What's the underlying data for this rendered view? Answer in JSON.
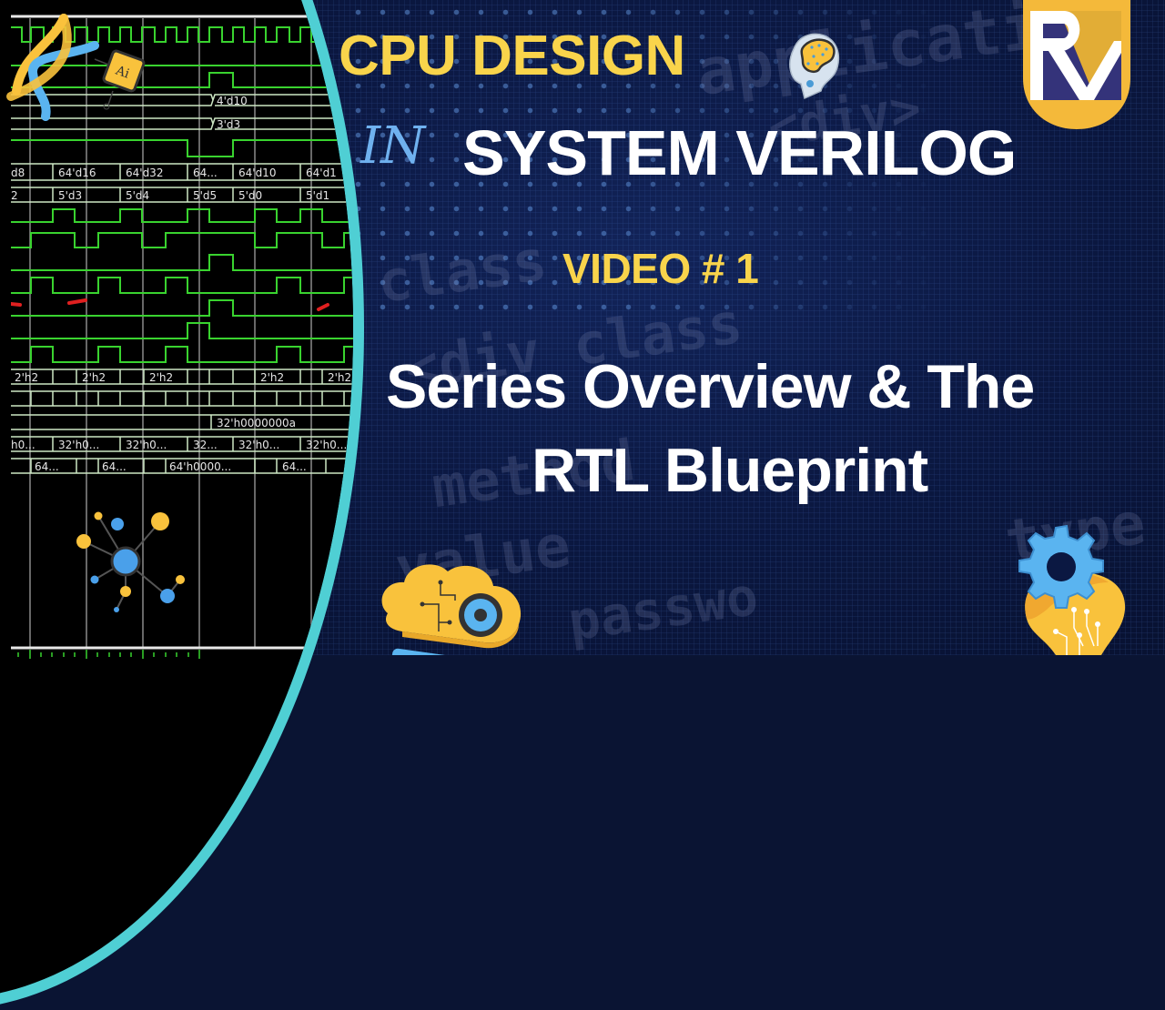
{
  "thumbnail": {
    "line1": "CPU DESIGN",
    "connector": "IN",
    "line2": "SYSTEM VERILOG",
    "episode": "VIDEO # 1",
    "subtitle_line1": "Series Overview & The",
    "subtitle_line2": "RTL Blueprint"
  },
  "logo": {
    "letters": "RV",
    "colors": {
      "shield": "#f4b93a",
      "square": "#34337a",
      "accent": "#e2ad36",
      "letters": "#ffffff"
    }
  },
  "colors": {
    "yellow_title": "#f9d44b",
    "white_title": "#ffffff",
    "script_blue": "#6fb1ef",
    "background": "#0a1433",
    "arc": "#4fcfd4",
    "wave_green": "#39d32f",
    "wave_bus": "#cde8c4"
  },
  "background_code_words": [
    "application",
    "<div>",
    "class",
    "<div class",
    "method",
    "value",
    "passwo",
    "type"
  ],
  "icons": [
    "dna-ai-chip-icon",
    "ai-brain-head-icon",
    "rv-logo-icon",
    "network-molecule-icon",
    "cloud-gear-icon",
    "lightbulb-gear-icon"
  ],
  "waveform": {
    "rows": [
      {
        "type": "clock"
      },
      {
        "type": "flat"
      },
      {
        "type": "bus",
        "values": [
          "",
          "",
          "",
          "4'd10",
          "",
          ""
        ]
      },
      {
        "type": "bus",
        "values": [
          "",
          "",
          "",
          "3'd3",
          "",
          ""
        ]
      },
      {
        "type": "signal"
      },
      {
        "type": "bus",
        "values": [
          "d8",
          "64'd16",
          "64'd32",
          "64...",
          "64'd10",
          "64'd1"
        ]
      },
      {
        "type": "bus",
        "values": [
          "2",
          "5'd3",
          "5'd4",
          "5'd5",
          "5'd0",
          "5'd1"
        ]
      },
      {
        "type": "bus",
        "values": [
          "2'h2",
          "",
          "2'h2",
          "",
          "2'h2",
          "",
          "",
          "",
          "2'h2",
          "",
          "2'h2"
        ]
      },
      {
        "type": "bus",
        "values": [
          "32'h0000000a"
        ]
      },
      {
        "type": "bus",
        "values": [
          "h0...",
          "32'h0...",
          "32'h0...",
          "32...",
          "32'h0...",
          "32'h0..."
        ]
      },
      {
        "type": "bus",
        "values": [
          "64...",
          "64...",
          "64'h0000...",
          "64..."
        ]
      }
    ],
    "labels": {
      "r_4d10": "4'd10",
      "r_3d3": "3'd3",
      "r64": [
        "d8",
        "64'd16",
        "64'd32",
        "64...",
        "64'd10",
        "64'd1"
      ],
      "r5": [
        "2",
        "5'd3",
        "5'd4",
        "5'd5",
        "5'd0",
        "5'd1"
      ],
      "r2h": [
        "2'h2",
        "2'h2",
        "2'h2",
        "2'h2",
        "2'h2"
      ],
      "r32a": "32'h0000000a",
      "r32": [
        "h0...",
        "32'h0...",
        "32'h0...",
        "32...",
        "32'h0...",
        "32'h0..."
      ],
      "r64b": [
        "64...",
        "64...",
        "64'h0000...",
        "64..."
      ]
    },
    "ai_chip_label": "Ai"
  }
}
